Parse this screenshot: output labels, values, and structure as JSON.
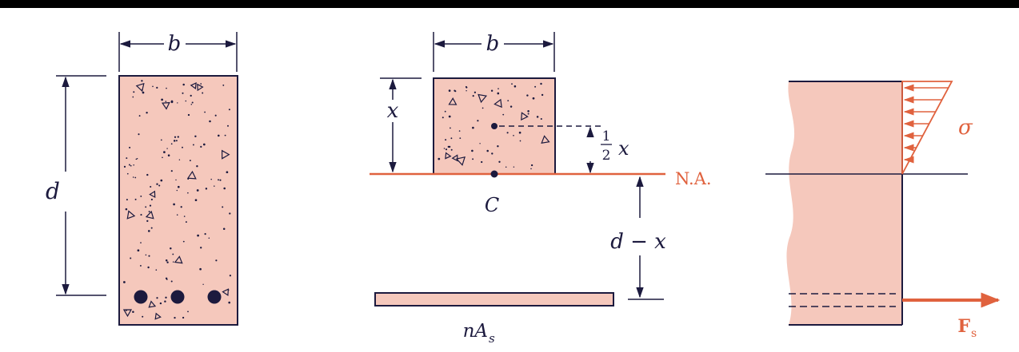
{
  "section": {
    "width_label": "b",
    "depth_label": "d"
  },
  "transformed": {
    "width_label": "b",
    "x_label": "x",
    "half_num": "1",
    "half_den": "2",
    "half_x": "x",
    "centroid_label": "C",
    "na_label": "N.A.",
    "dx_label": "d − x",
    "steel_label_main": "nA",
    "steel_label_sub": "s"
  },
  "stress": {
    "sigma_label": "σ",
    "force_label_main": "F",
    "force_label_sub": "s"
  },
  "colors": {
    "concrete_fill": "#f5c8bc",
    "outline": "#1c1a3e",
    "accent": "#e0623e"
  }
}
